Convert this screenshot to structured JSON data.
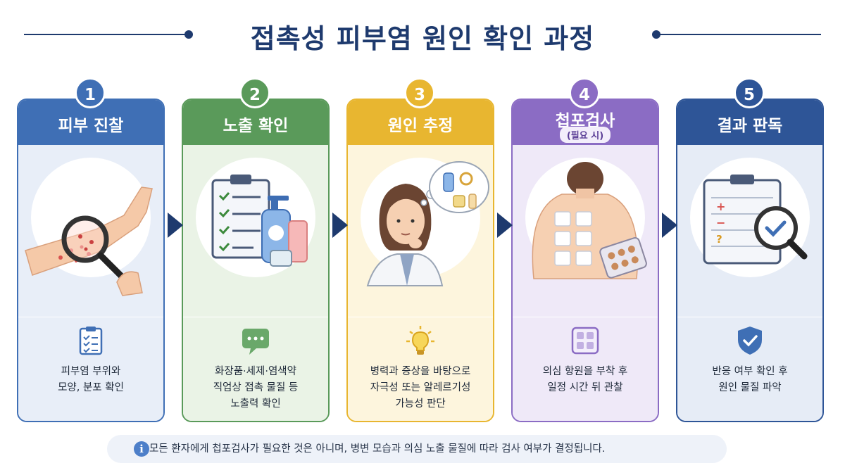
{
  "title": "접촉성 피부염 원인 확인 과정",
  "steps": [
    {
      "number": "1",
      "title": "피부 진찰",
      "subtitle": "",
      "description": "피부염 부위와\n모양, 분포 확인",
      "color": "#3f6fb5",
      "bg": "#e8eef8",
      "icon": "magnifier-on-arm-illustration",
      "small_icon": "clipboard-checklist-icon"
    },
    {
      "number": "2",
      "title": "노출 확인",
      "subtitle": "",
      "description": "화장품·세제·염색약\n직업상 접촉 물질 등\n노출력 확인",
      "color": "#5a9a5a",
      "bg": "#eaf3e6",
      "icon": "checklist-and-cosmetics-illustration",
      "small_icon": "chat-bubble-icon"
    },
    {
      "number": "3",
      "title": "원인 추정",
      "subtitle": "",
      "description": "병력과 증상을 바탕으로\n자극성 또는 알레르기성\n가능성 판단",
      "color": "#e8b630",
      "bg": "#fdf5dd",
      "icon": "doctor-thinking-illustration",
      "small_icon": "lightbulb-icon"
    },
    {
      "number": "4",
      "title": "첩포검사",
      "subtitle": "(필요 시)",
      "description": "의심 항원을 부착 후\n일정 시간 뒤 관찰",
      "color": "#8b6cc4",
      "bg": "#efe9f8",
      "icon": "patch-test-on-back-illustration",
      "small_icon": "patch-grid-icon"
    },
    {
      "number": "5",
      "title": "결과 판독",
      "subtitle": "",
      "description": "반응 여부 확인 후\n원인 물질 파악",
      "color": "#2e5597",
      "bg": "#e6ecf6",
      "icon": "result-chart-magnifier-illustration",
      "small_icon": "shield-check-icon"
    }
  ],
  "note": "모든 환자에게 첩포검사가 필요한 것은 아니며, 병변 모습과 의심 노출 물질에 따라 검사 여부가 결정됩니다.",
  "info_icon": "info-icon"
}
